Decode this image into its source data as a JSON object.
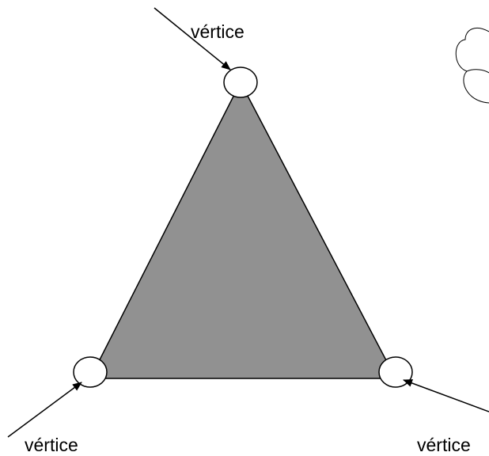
{
  "diagram": {
    "labels": {
      "top": "vértice",
      "bottom_left": "vértice",
      "bottom_right": "vértice"
    },
    "colors": {
      "triangle_fill": "#919191",
      "stroke": "#000000",
      "vertex_fill": "#ffffff",
      "background": "#ffffff"
    }
  }
}
